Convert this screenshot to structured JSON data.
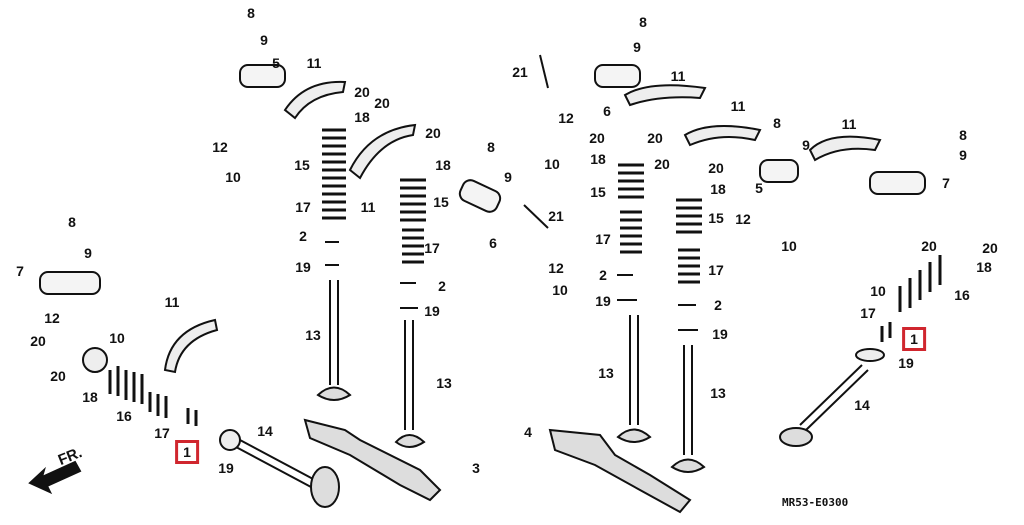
{
  "diagram": {
    "code": "MR53-E0300",
    "front_indicator": "FR.",
    "highlight_color": "#d0262e",
    "callouts": [
      "8",
      "9",
      "7",
      "12",
      "10",
      "20",
      "20",
      "18",
      "16",
      "11",
      "17",
      "1",
      "19",
      "14",
      "3",
      "8",
      "9",
      "5",
      "11",
      "20",
      "20",
      "18",
      "12",
      "10",
      "15",
      "17",
      "2",
      "19",
      "13",
      "11",
      "20",
      "18",
      "8",
      "9",
      "15",
      "17",
      "2",
      "19",
      "13",
      "21",
      "6",
      "12",
      "10",
      "21",
      "8",
      "9",
      "11",
      "6",
      "12",
      "20",
      "20",
      "18",
      "10",
      "11",
      "8",
      "9",
      "20",
      "20",
      "18",
      "15",
      "5",
      "12",
      "15",
      "17",
      "10",
      "2",
      "17",
      "19",
      "2",
      "19",
      "13",
      "13",
      "4",
      "11",
      "8",
      "9",
      "7",
      "20",
      "20",
      "18",
      "10",
      "16",
      "17",
      "1",
      "19",
      "14"
    ],
    "highlighted_part": "1"
  }
}
